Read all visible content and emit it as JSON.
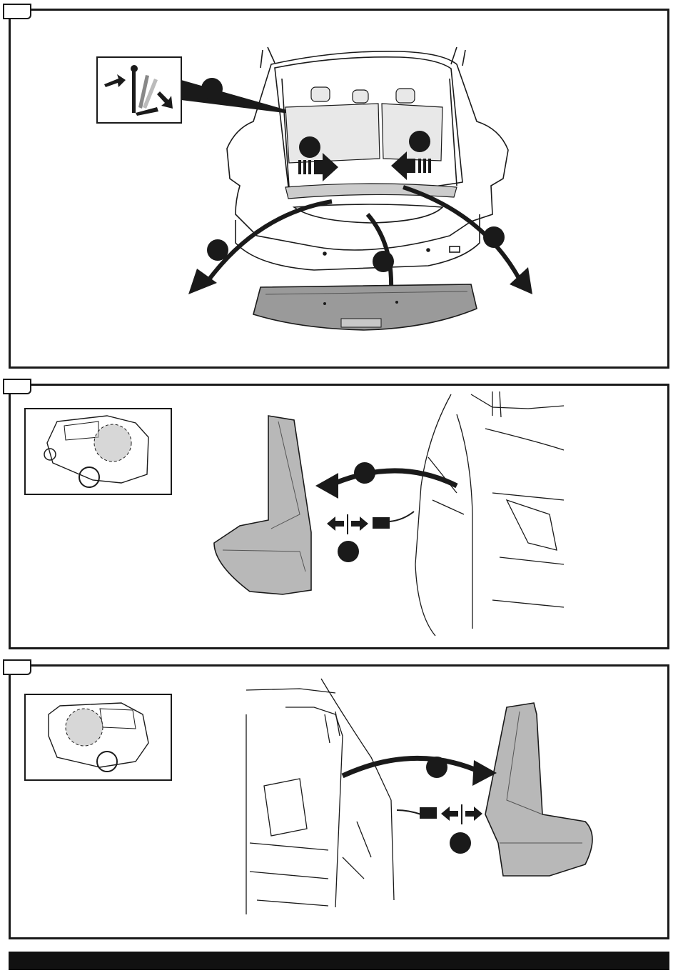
{
  "panels": [
    {
      "id": "step-1",
      "callouts": [
        "",
        "",
        "",
        "",
        ""
      ]
    },
    {
      "id": "step-2",
      "callouts": [
        "",
        ""
      ]
    },
    {
      "id": "step-3",
      "callouts": [
        "",
        ""
      ]
    }
  ],
  "colors": {
    "line": "#1a1a1a",
    "part_fill": "#b8b8b8",
    "part_dark": "#8a8a8a",
    "panel_bg": "#ffffff"
  },
  "icons": [
    "seat-fold-icon",
    "arrow-left-icon",
    "arrow-right-icon",
    "disconnect-icon",
    "connector-icon"
  ]
}
